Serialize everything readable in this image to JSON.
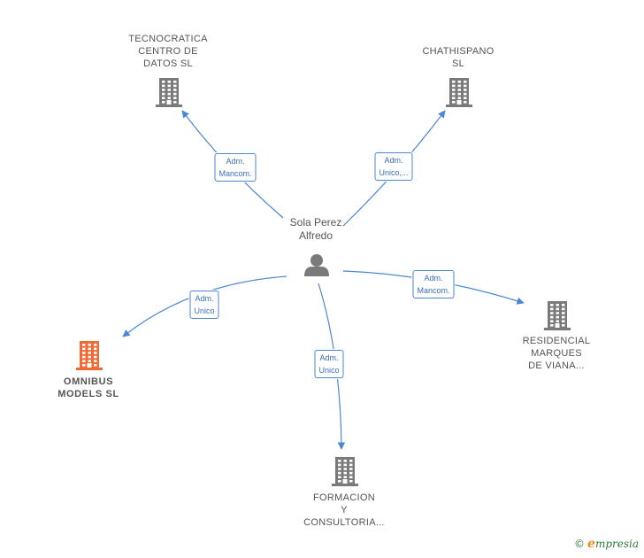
{
  "colors": {
    "edge": "#4a86d4",
    "building": "#7a7a7a",
    "building_highlight": "#f06a35",
    "person": "#7a7a7a"
  },
  "person": {
    "line1": "Sola Perez",
    "line2": "Alfredo",
    "icon": "person-icon"
  },
  "nodes": [
    {
      "id": "tecnocratica",
      "lines": [
        "TECNOCRATICA",
        "CENTRO DE",
        "DATOS SL"
      ],
      "icon": "building-icon",
      "highlight": false,
      "edge": {
        "line1": "Adm.",
        "line2": "Mancom."
      }
    },
    {
      "id": "chathispano",
      "lines": [
        "CHATHISPANO",
        "SL"
      ],
      "icon": "building-icon",
      "highlight": false,
      "edge": {
        "line1": "Adm.",
        "line2": "Unico,..."
      }
    },
    {
      "id": "residencial",
      "lines": [
        "RESIDENCIAL",
        "MARQUES",
        "DE VIANA..."
      ],
      "icon": "building-icon",
      "highlight": false,
      "edge": {
        "line1": "Adm.",
        "line2": "Mancom."
      }
    },
    {
      "id": "formacion",
      "lines": [
        "FORMACION",
        "Y",
        "CONSULTORIA..."
      ],
      "icon": "building-icon",
      "highlight": false,
      "edge": {
        "line1": "Adm.",
        "line2": "Unico"
      }
    },
    {
      "id": "omnibus",
      "lines": [
        "OMNIBUS",
        "MODELS  SL"
      ],
      "icon": "building-icon",
      "highlight": true,
      "edge": {
        "line1": "Adm.",
        "line2": "Unico"
      }
    }
  ],
  "footer": {
    "copyright_symbol": "©",
    "brand_initial": "e",
    "brand_rest": "mpresia"
  }
}
